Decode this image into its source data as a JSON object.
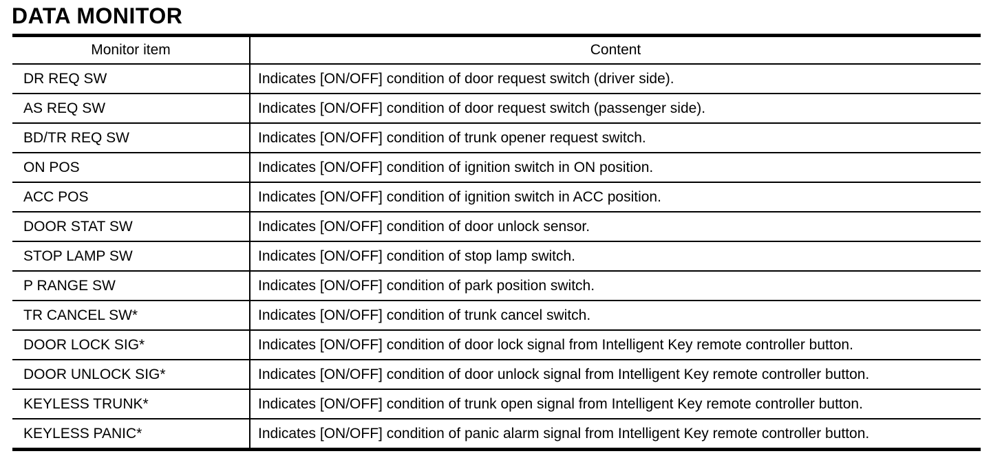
{
  "colors": {
    "background": "#ffffff",
    "text": "#000000",
    "table_border": "#000000"
  },
  "page": {
    "title": "DATA MONITOR"
  },
  "table": {
    "headers": {
      "monitor_item": "Monitor item",
      "content": "Content"
    },
    "rows": [
      {
        "item": "DR REQ SW",
        "content": "Indicates [ON/OFF] condition of door request switch (driver side)."
      },
      {
        "item": "AS REQ SW",
        "content": "Indicates [ON/OFF] condition of door request switch (passenger side)."
      },
      {
        "item": "BD/TR REQ SW",
        "content": "Indicates [ON/OFF] condition of trunk opener request switch."
      },
      {
        "item": "ON POS",
        "content": "Indicates [ON/OFF] condition of ignition switch in ON position."
      },
      {
        "item": "ACC POS",
        "content": "Indicates [ON/OFF] condition of ignition switch in ACC position."
      },
      {
        "item": "DOOR STAT SW",
        "content": "Indicates [ON/OFF] condition of door unlock sensor."
      },
      {
        "item": "STOP LAMP SW",
        "content": "Indicates [ON/OFF] condition of stop lamp switch."
      },
      {
        "item": "P RANGE SW",
        "content": "Indicates [ON/OFF] condition of park position switch."
      },
      {
        "item": "TR CANCEL SW*",
        "content": "Indicates [ON/OFF] condition of trunk cancel switch."
      },
      {
        "item": "DOOR LOCK SIG*",
        "content": "Indicates [ON/OFF] condition of door lock signal from Intelligent Key remote controller button."
      },
      {
        "item": "DOOR UNLOCK SIG*",
        "content": "Indicates [ON/OFF] condition of door unlock signal from Intelligent Key remote controller button."
      },
      {
        "item": "KEYLESS TRUNK*",
        "content": "Indicates [ON/OFF] condition of trunk open signal from Intelligent Key remote controller button."
      },
      {
        "item": "KEYLESS PANIC*",
        "content": "Indicates [ON/OFF] condition of panic alarm signal from Intelligent Key remote controller button."
      }
    ]
  }
}
